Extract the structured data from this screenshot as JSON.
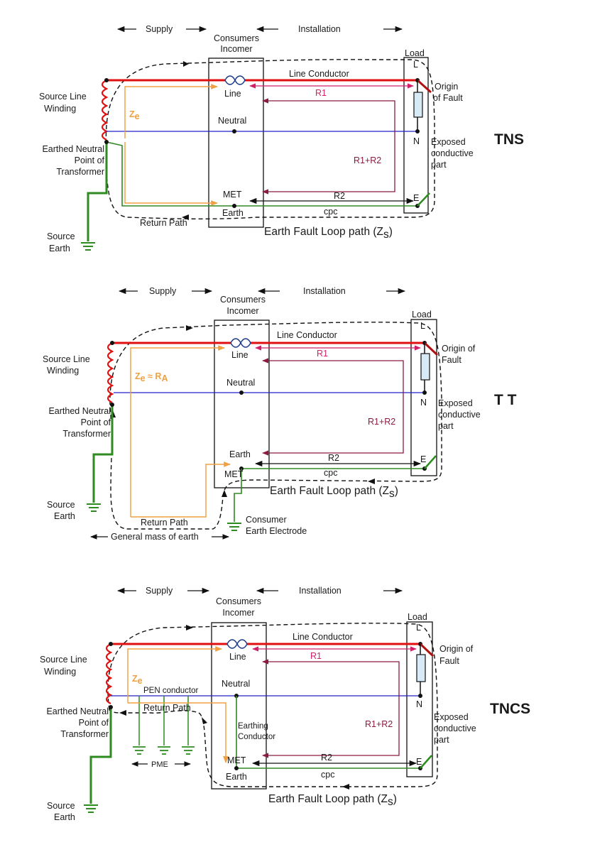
{
  "colors": {
    "line": "#e01010",
    "neutral": "#2020c8",
    "earth": "#2e8b20",
    "ze": "#f0a040",
    "r": "#d0206a",
    "r12": "#8b1a40",
    "coil": "#e01010",
    "loop": "#111111"
  },
  "tns": {
    "supply": "Supply",
    "installation": "Installation",
    "consumers": "Consumers",
    "incomer": "Incomer",
    "load": "Load",
    "L": "L",
    "N": "N",
    "E": "E",
    "source_line_1": "Source Line",
    "source_line_2": "Winding",
    "earthed_neutral_1": "Earthed Neutral",
    "earthed_neutral_2": "Point of",
    "earthed_neutral_3": "Transformer",
    "source_earth_1": "Source",
    "source_earth_2": "Earth",
    "ze": "Z",
    "ze_sub": "e",
    "line": "Line",
    "line_conductor": "Line Conductor",
    "r1": "R1",
    "neutral": "Neutral",
    "r1r2": "R1+R2",
    "met": "MET",
    "earth": "Earth",
    "r2": "R2",
    "cpc": "cpc",
    "return_path": "Return Path",
    "loop_path": "Earth Fault Loop path (Z",
    "loop_sub": "s",
    "loop_close": ")",
    "origin_1": "Origin",
    "origin_2": "of Fault",
    "exposed_1": "Exposed",
    "exposed_2": "conductive",
    "exposed_3": "part",
    "system": "TNS"
  },
  "tt": {
    "supply": "Supply",
    "installation": "Installation",
    "consumers": "Consumers",
    "incomer": "Incomer",
    "load": "Load",
    "L": "L",
    "N": "N",
    "E": "E",
    "source_line_1": "Source Line",
    "source_line_2": "Winding",
    "earthed_neutral_1": "Earthed Neutral",
    "earthed_neutral_2": "Point of",
    "earthed_neutral_3": "Transformer",
    "source_earth_1": "Source",
    "source_earth_2": "Earth",
    "ze": "Z",
    "ze_sub": "e",
    "ze_approx": " ≈ R",
    "ze_sub2": "A",
    "line": "Line",
    "line_conductor": "Line Conductor",
    "r1": "R1",
    "neutral": "Neutral",
    "r1r2": "R1+R2",
    "earth": "Earth",
    "met": "MET",
    "r2": "R2",
    "cpc": "cpc",
    "return_path": "Return Path",
    "general_mass": "General mass of earth",
    "consumer_earth_1": "Consumer",
    "consumer_earth_2": "Earth Electrode",
    "loop_path": "Earth Fault Loop path (Z",
    "loop_sub": "s",
    "loop_close": ")",
    "origin_1": "Origin of",
    "origin_2": "Fault",
    "exposed_1": "Exposed",
    "exposed_2": "conductive",
    "exposed_3": "part",
    "system": "T T"
  },
  "tncs": {
    "supply": "Supply",
    "installation": "Installation",
    "consumers": "Consumers",
    "incomer": "Incomer",
    "load": "Load",
    "L": "L",
    "N": "N",
    "E": "E",
    "source_line_1": "Source Line",
    "source_line_2": "Winding",
    "earthed_neutral_1": "Earthed Neutral",
    "earthed_neutral_2": "Point of",
    "earthed_neutral_3": "Transformer",
    "source_earth_1": "Source",
    "source_earth_2": "Earth",
    "ze": "Z",
    "ze_sub": "e",
    "pen": "PEN conductor",
    "return_path": "Return Path",
    "pme": "PME",
    "line": "Line",
    "line_conductor": "Line Conductor",
    "r1": "R1",
    "neutral": "Neutral",
    "earthing_1": "Earthing",
    "earthing_2": "Conductor",
    "r1r2": "R1+R2",
    "met": "MET",
    "earth": "Earth",
    "r2": "R2",
    "cpc": "cpc",
    "loop_path": "Earth Fault Loop path (Z",
    "loop_sub": "s",
    "loop_close": ")",
    "origin_1": "Origin of",
    "origin_2": "Fault",
    "exposed_1": "Exposed",
    "exposed_2": "conductive",
    "exposed_3": "part",
    "system": "TNCS"
  }
}
